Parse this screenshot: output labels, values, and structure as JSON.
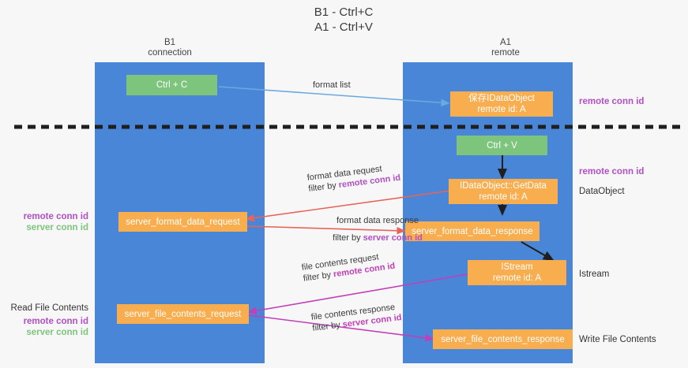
{
  "title": "B1 - Ctrl+C\nA1 - Ctrl+V",
  "columns": [
    {
      "name": "B1",
      "role": "connection",
      "label": "B1\nconnection"
    },
    {
      "name": "A1",
      "role": "remote",
      "label": "A1\nremote"
    }
  ],
  "colors": {
    "band": "#4a86d8",
    "node_green": "#7dc47d",
    "node_orange": "#f8ad4e",
    "accent_purple": "#b14fc5",
    "accent_green": "#7dc47d",
    "accent_magenta": "#c13fb8",
    "arrow_blue": "#6aa9e0",
    "arrow_red": "#e8645a",
    "arrow_black": "#1f1f1f",
    "divider": "#1f1f1f",
    "background": "#f7f7f7"
  },
  "nodes": [
    {
      "id": "ctrl-c",
      "line1": "Ctrl + C",
      "line2": "",
      "style": "green"
    },
    {
      "id": "idataobject-save",
      "line1": "保存IDataObject",
      "line2": "remote id: A",
      "style": "orange"
    },
    {
      "id": "ctrl-v",
      "line1": "Ctrl + V",
      "line2": "",
      "style": "green"
    },
    {
      "id": "getdata",
      "line1": "IDataObject::GetData",
      "line2": "remote id: A",
      "style": "orange"
    },
    {
      "id": "server-format-data-request",
      "line1": "server_format_data_request",
      "line2": "",
      "style": "orange"
    },
    {
      "id": "server-format-data-response",
      "line1": "server_format_data_response",
      "line2": "",
      "style": "orange"
    },
    {
      "id": "istream",
      "line1": "IStream",
      "line2": "remote id: A",
      "style": "orange"
    },
    {
      "id": "server-file-contents-request",
      "line1": "server_file_contents_request",
      "line2": "",
      "style": "orange"
    },
    {
      "id": "server-file-contents-response",
      "line1": "server_file_contents_response",
      "line2": "",
      "style": "orange"
    }
  ],
  "edge_labels": [
    {
      "id": "format-list",
      "line1_plain": "format list",
      "line1_hl": "",
      "line2_plain": "",
      "line2_hl": ""
    },
    {
      "id": "format-data-request",
      "line1_plain": "format data request",
      "line1_hl": "",
      "line2_plain": "filter by ",
      "line2_hl": "remote conn id"
    },
    {
      "id": "format-data-response",
      "line1_plain": "format data response",
      "line1_hl": "",
      "line2_plain": "filter by ",
      "line2_hl": "server conn id"
    },
    {
      "id": "file-contents-request",
      "line1_plain": "file contents request",
      "line1_hl": "",
      "line2_plain": "filter by ",
      "line2_hl": "remote conn id"
    },
    {
      "id": "file-contents-response",
      "line1_plain": "file contents response",
      "line1_hl": "",
      "line2_plain": "filter by ",
      "line2_hl": "server conn id"
    }
  ],
  "annotations_right": [
    {
      "id": "remote-conn-id-top",
      "text": "remote conn id",
      "kind": "purple"
    },
    {
      "id": "remote-conn-id-mid",
      "text": "remote conn id",
      "kind": "purple"
    },
    {
      "id": "dataobject",
      "text": "DataObject",
      "kind": "plain"
    },
    {
      "id": "istream-label",
      "text": "Istream",
      "kind": "plain"
    },
    {
      "id": "write-file-contents",
      "text": "Write File Contents",
      "kind": "plain"
    }
  ],
  "annotations_left": [
    {
      "id": "left-conn-ids-1",
      "line1": "remote conn id",
      "line2": "server conn id"
    },
    {
      "id": "read-file-contents",
      "text": "Read File Contents"
    },
    {
      "id": "left-conn-ids-2",
      "line1": "remote conn id",
      "line2": "server conn id"
    }
  ]
}
